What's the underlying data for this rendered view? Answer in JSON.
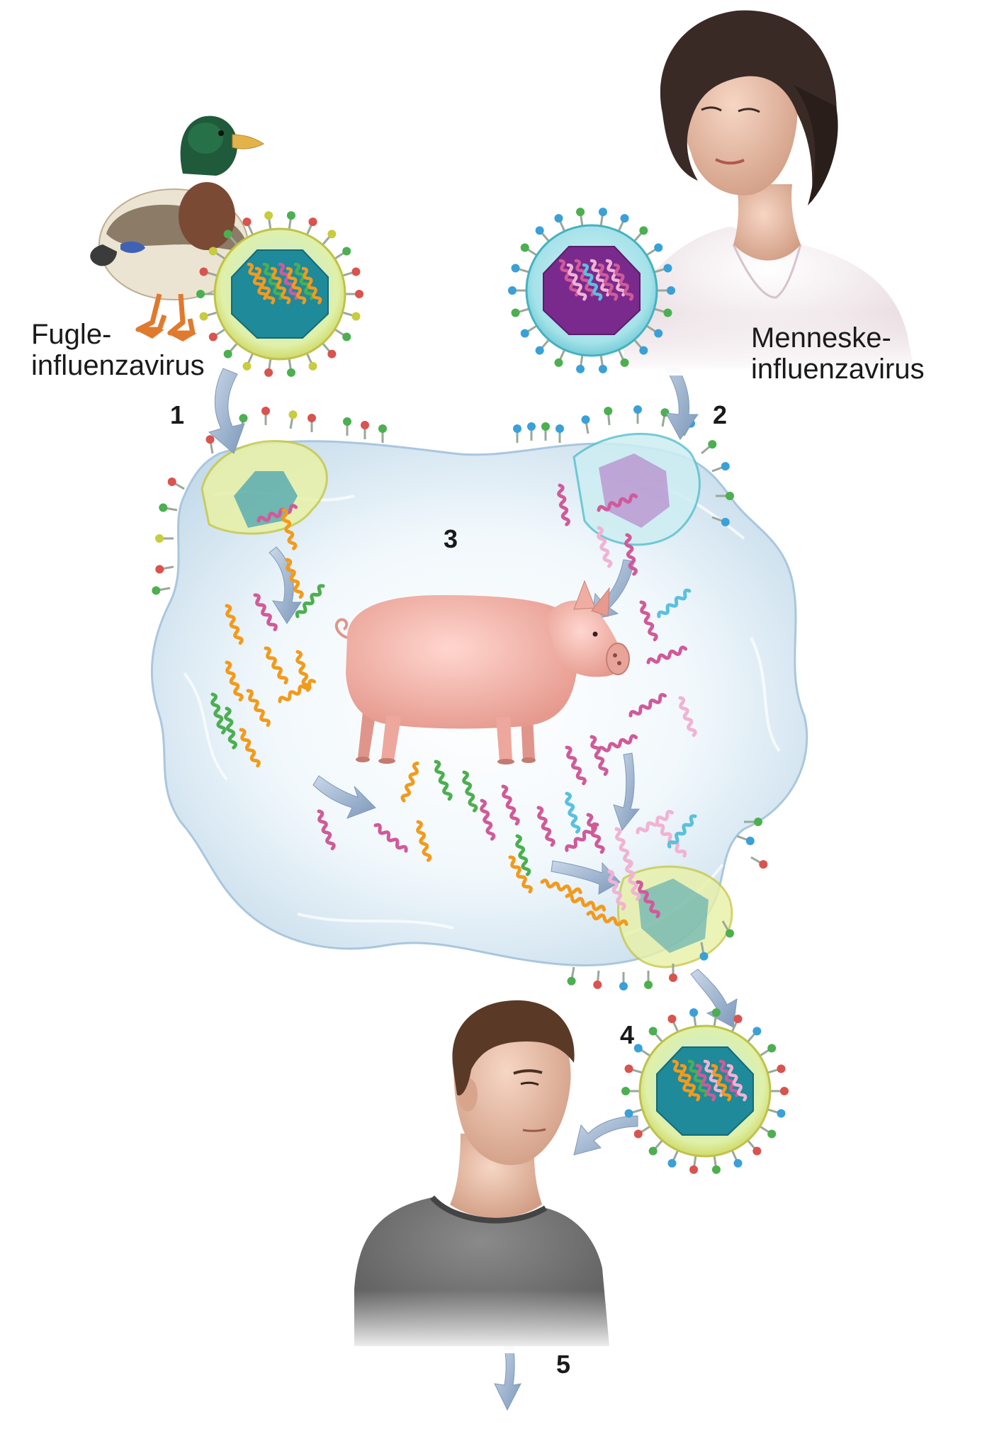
{
  "labels": {
    "bird_virus_line1": "Fugle-",
    "bird_virus_line2": "influenzavirus",
    "human_virus_line1": "Menneske-",
    "human_virus_line2": "influenzavirus"
  },
  "steps": {
    "s1": "1",
    "s2": "2",
    "s3": "3",
    "s4": "4",
    "s5": "5"
  },
  "icons": {
    "duck": "duck-icon",
    "woman": "woman-icon",
    "pig": "pig-icon",
    "man": "man-icon",
    "virus": "virus-icon"
  },
  "colors": {
    "rna_orange": "#f39a1c",
    "rna_green": "#4caf50",
    "rna_pink": "#d05a9a",
    "rna_lightpink": "#f1b3d4",
    "rna_cyan": "#5bc0de",
    "bird_core": "#1e8a9a",
    "human_core": "#7a2a8c",
    "cell_fill": "#dfeef7",
    "arrow": "#8ea9c8"
  }
}
